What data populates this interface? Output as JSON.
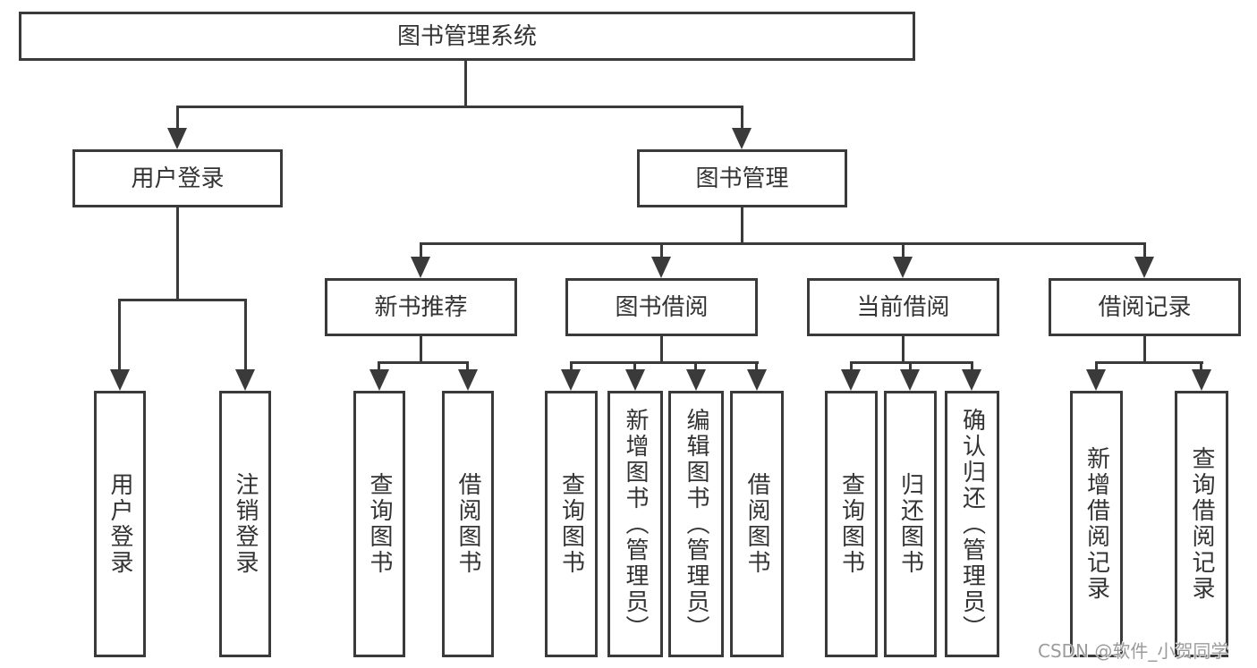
{
  "root": {
    "label": "图书管理系统"
  },
  "level2": [
    {
      "label": "用户登录"
    },
    {
      "label": "图书管理"
    }
  ],
  "level3": [
    {
      "label": "新书推荐"
    },
    {
      "label": "图书借阅"
    },
    {
      "label": "当前借阅"
    },
    {
      "label": "借阅记录"
    }
  ],
  "leaves": [
    {
      "label": "用户登录"
    },
    {
      "label": "注销登录"
    },
    {
      "label": "查询图书"
    },
    {
      "label": "借阅图书"
    },
    {
      "label": "查询图书"
    },
    {
      "label": "新增图书（管理员）"
    },
    {
      "label": "编辑图书（管理员）"
    },
    {
      "label": "借阅图书"
    },
    {
      "label": "查询图书"
    },
    {
      "label": "归还图书"
    },
    {
      "label": "确认归还（管理员）"
    },
    {
      "label": "新增借阅记录"
    },
    {
      "label": "查询借阅记录"
    }
  ],
  "watermark": {
    "text": "CSDN @软件_小贺同学"
  },
  "colors": {
    "line": "#3a3a3a",
    "text": "#333333",
    "watermark": "#9b9b9b",
    "background": "#ffffff"
  }
}
